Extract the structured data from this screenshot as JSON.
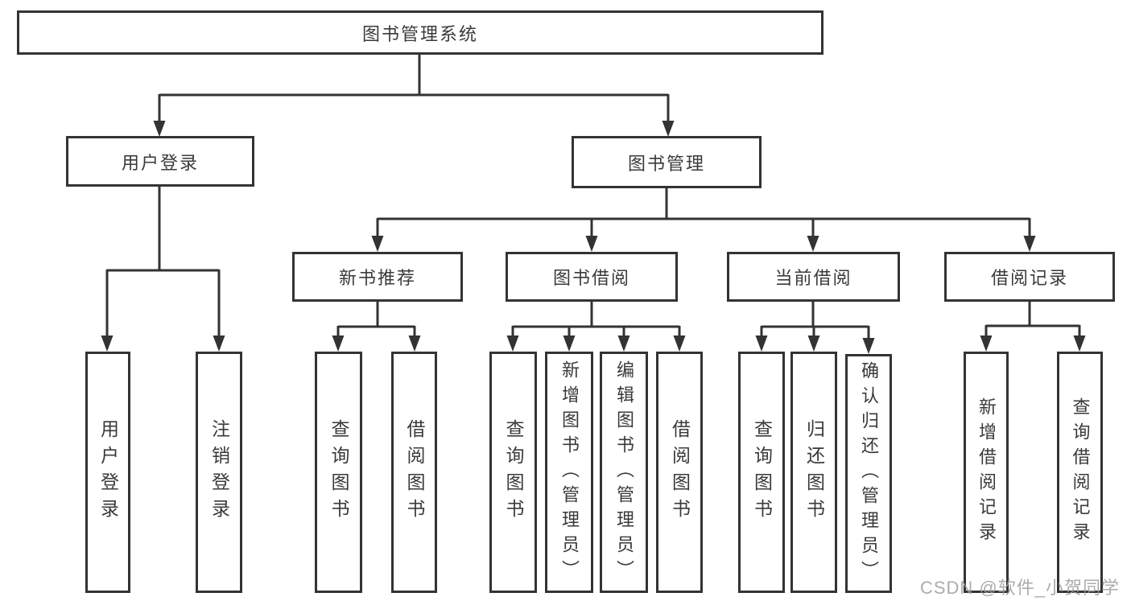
{
  "diagram": {
    "root": {
      "label": "图书管理系统"
    },
    "level1": [
      {
        "label": "用户登录"
      },
      {
        "label": "图书管理"
      }
    ],
    "level2": [
      {
        "label": "新书推荐",
        "parent": "图书管理"
      },
      {
        "label": "图书借阅",
        "parent": "图书管理"
      },
      {
        "label": "当前借阅",
        "parent": "图书管理"
      },
      {
        "label": "借阅记录",
        "parent": "图书管理"
      }
    ],
    "leaves": [
      {
        "label": "用户登录",
        "parent": "用户登录"
      },
      {
        "label": "注销登录",
        "parent": "用户登录"
      },
      {
        "label": "查询图书",
        "parent": "新书推荐"
      },
      {
        "label": "借阅图书",
        "parent": "新书推荐"
      },
      {
        "label": "查询图书",
        "parent": "图书借阅"
      },
      {
        "label": "新增图书（管理员）",
        "parent": "图书借阅"
      },
      {
        "label": "编辑图书（管理员）",
        "parent": "图书借阅"
      },
      {
        "label": "借阅图书",
        "parent": "图书借阅"
      },
      {
        "label": "查询图书",
        "parent": "当前借阅"
      },
      {
        "label": "归还图书",
        "parent": "当前借阅"
      },
      {
        "label": "确认归还（管理员）",
        "parent": "当前借阅"
      },
      {
        "label": "新增借阅记录",
        "parent": "借阅记录"
      },
      {
        "label": "查询借阅记录",
        "parent": "借阅记录"
      }
    ]
  },
  "watermark": {
    "text": "CSDN @软件_小贺同学"
  },
  "colors": {
    "line": "#333333",
    "node_border": "#333333",
    "text": "#3a3a3a",
    "watermark_text": "#9e9e9e",
    "background": "#ffffff"
  }
}
